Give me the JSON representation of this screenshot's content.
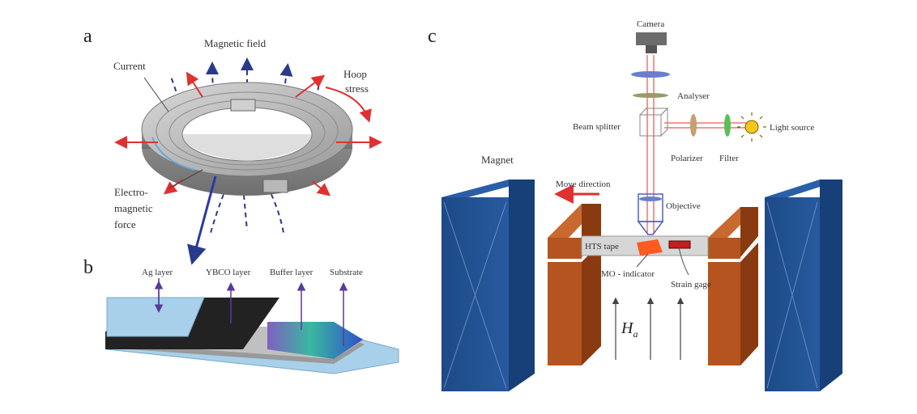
{
  "panels": {
    "a": "a",
    "b": "b",
    "c": "c"
  },
  "panel_a": {
    "magnetic_field": "Magnetic field",
    "current": "Current",
    "hoop_stress_1": "Hoop",
    "hoop_stress_2": "stress",
    "em_force_1": "Electro-",
    "em_force_2": "magnetic",
    "em_force_3": "force"
  },
  "panel_b": {
    "ag_layer": "Ag layer",
    "ybco_layer": "YBCO layer",
    "buffer_layer": "Buffer layer",
    "substrate": "Substrate"
  },
  "panel_c": {
    "camera": "Camera",
    "analyser": "Analyser",
    "beam_splitter": "Beam splitter",
    "light_source": "Light source",
    "polarizer": "Polarizer",
    "filter": "Filter",
    "magnet": "Magnet",
    "move_direction": "Move direction",
    "objective": "Objective",
    "hts_tape": "HTS tape",
    "mo_indicator": "MO - indicator",
    "strain_gage": "Strain gage",
    "field_symbol": "H",
    "field_subscript": "a"
  },
  "colors": {
    "red_arrow": "#e03030",
    "blue_dash": "#2a3a8a",
    "magnet_blue": "#1f4e8c",
    "copper": "#b5541f",
    "ag_blue": "#a8d0ea"
  }
}
